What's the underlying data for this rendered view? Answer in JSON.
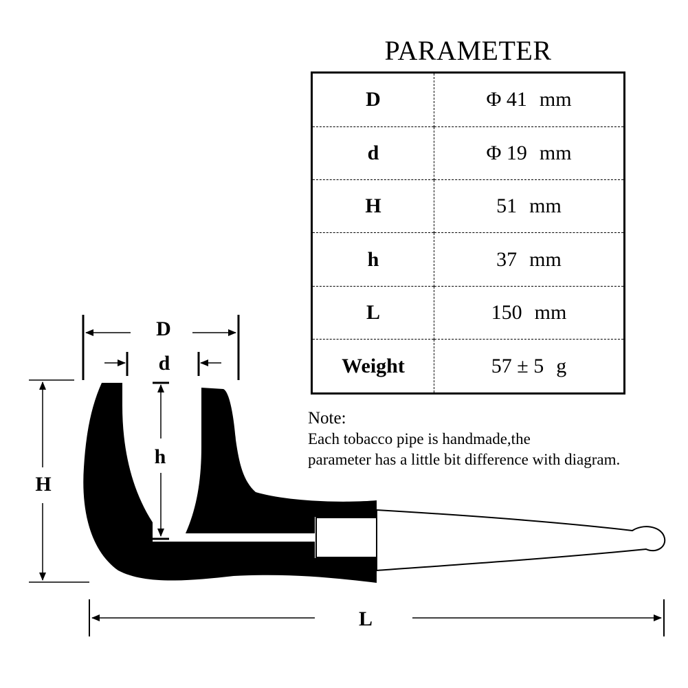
{
  "table": {
    "title": "PARAMETER",
    "rows": [
      {
        "name": "D",
        "prefix": "Φ",
        "value": "41",
        "unit": "mm"
      },
      {
        "name": "d",
        "prefix": "Φ",
        "value": "19",
        "unit": "mm"
      },
      {
        "name": "H",
        "prefix": "",
        "value": "51",
        "unit": "mm"
      },
      {
        "name": "h",
        "prefix": "",
        "value": "37",
        "unit": "mm"
      },
      {
        "name": "L",
        "prefix": "",
        "value": "150",
        "unit": "mm"
      },
      {
        "name": "Weight",
        "prefix": "",
        "value": "57 ± 5",
        "unit": "g"
      }
    ]
  },
  "note": {
    "title": "Note:",
    "lines": [
      "Each tobacco pipe is handmade,the",
      "parameter has a little bit difference with diagram."
    ]
  },
  "diagram": {
    "labels": {
      "D": "D",
      "d": "d",
      "H": "H",
      "h": "h",
      "L": "L"
    },
    "colors": {
      "bowl": "#000000",
      "stem": "#ffffff",
      "line": "#000000"
    }
  }
}
